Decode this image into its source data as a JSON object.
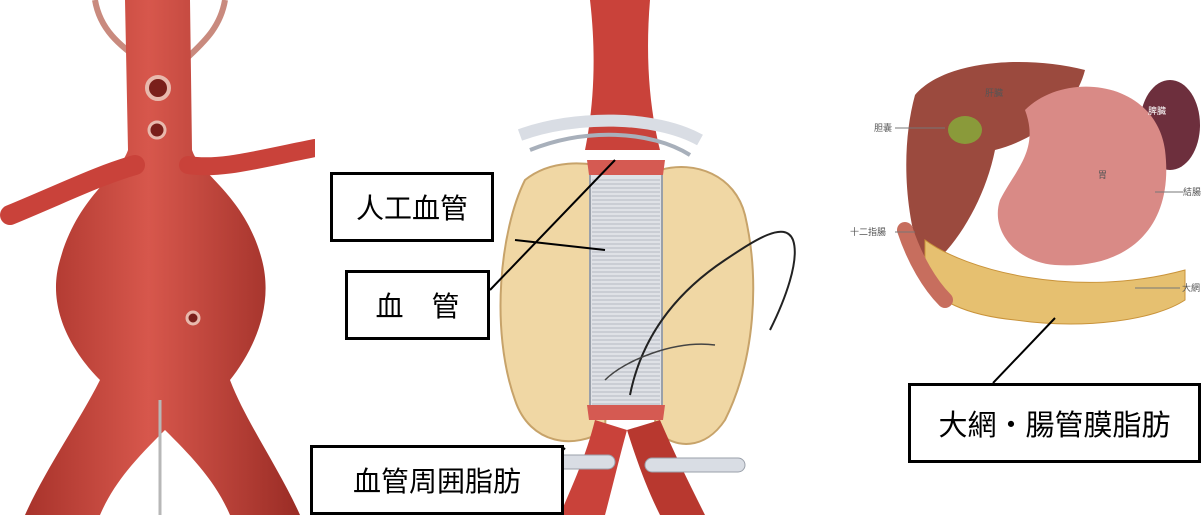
{
  "panels": {
    "center": {
      "labels": {
        "graft": "人工血管",
        "vessel": "血　管",
        "perivascular_fat": "血管周囲脂肪"
      }
    },
    "right": {
      "organ_labels": {
        "liver": "肝臓",
        "gallbladder": "胆嚢",
        "spleen": "脾臓",
        "stomach": "胃",
        "duodenum": "十二指腸",
        "colon": "結腸",
        "omentum": "大網"
      },
      "callout": "大網・腸管膜脂肪"
    }
  },
  "colors": {
    "artery": "#c9423a",
    "artery_dark": "#9e2e27",
    "fat": "#f0d7a4",
    "graft": "#dfe1e6",
    "liver": "#9b4a3e",
    "stomach": "#d98a86"
  }
}
